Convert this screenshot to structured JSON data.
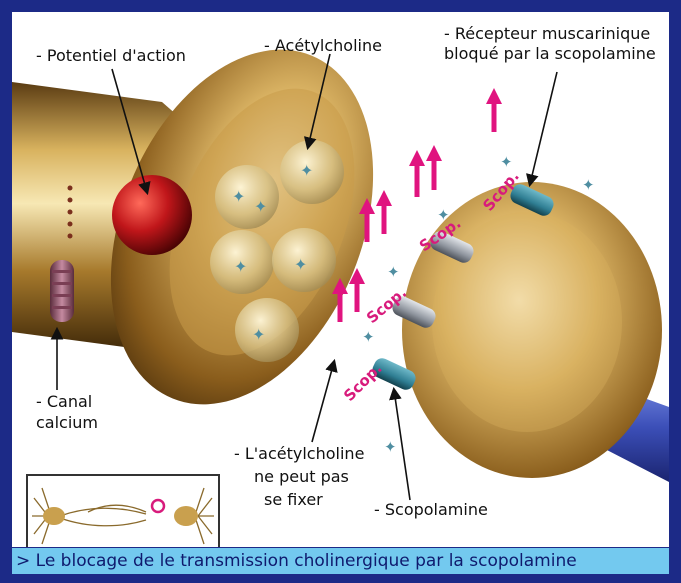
{
  "labels": {
    "action_potential": "- Potentiel d'action",
    "acetylcholine": "- Acétylcholine",
    "receptor_line1": "- Récepteur muscarinique",
    "receptor_line2": "bloqué par la scopolamine",
    "channel_line1": "- Canal",
    "channel_line2": "calcium",
    "no_fix_line1": "- L'acétylcholine",
    "no_fix_line2": "ne peut pas",
    "no_fix_line3": "se fixer",
    "scopolamine": "- Scopolamine",
    "scop_tag": "Scop."
  },
  "caption": "> Le blocage de le transmission cholinergique par la scopolamine",
  "colors": {
    "frame": "#1c2a87",
    "caption_bg": "#73c9ef",
    "arrow": "#e0147f",
    "scop_text": "#d81b7c",
    "gold": "#b8893a",
    "receptor_blue": "#2f7e93",
    "receptor_grey": "#9aa0a8",
    "action_potential": "#c0161a"
  },
  "icons": [
    "neuron-inset-icon",
    "ion-channel-icon"
  ]
}
